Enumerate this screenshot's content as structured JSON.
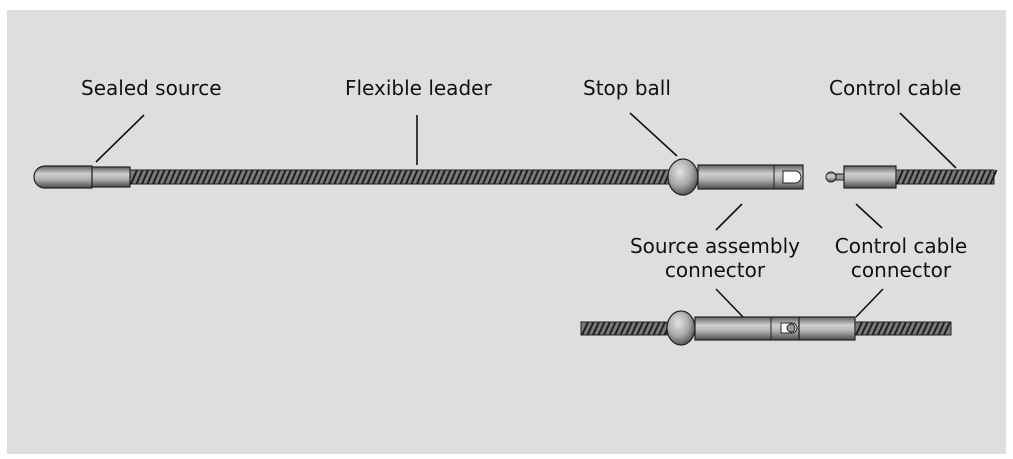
{
  "labels": {
    "sealed_source": "Sealed source",
    "flexible_leader": "Flexible leader",
    "stop_ball": "Stop ball",
    "control_cable": "Control cable",
    "source_assembly_connector_1": "Source assembly",
    "source_assembly_connector_2": "connector",
    "control_cable_connector_1": "Control cable",
    "control_cable_connector_2": "connector"
  },
  "colors": {
    "background": "#dedede",
    "text": "#111111",
    "metal_dark": "#6a6a6a",
    "metal_light": "#c4c4c4",
    "outline": "#222222"
  }
}
